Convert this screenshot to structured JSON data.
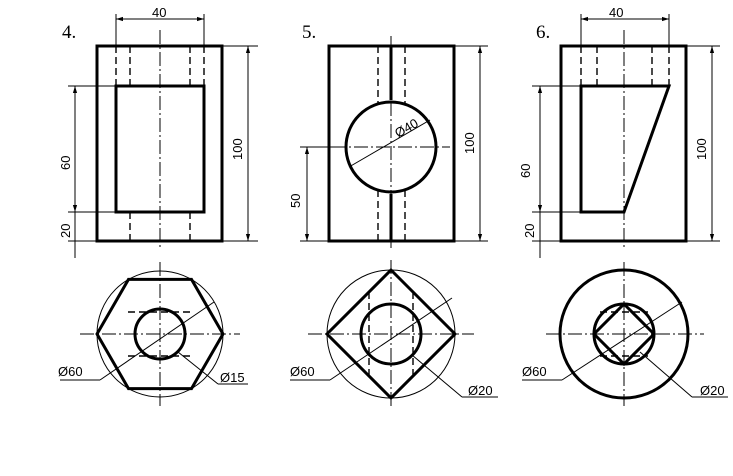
{
  "problems": [
    {
      "number": "4.",
      "dims": {
        "top_width": "40",
        "height_total": "100",
        "height_mid": "60",
        "height_bottom": "20"
      },
      "callouts": {
        "outer_diameter": "Ø60",
        "inner_diameter": "Ø15"
      }
    },
    {
      "number": "5.",
      "dims": {
        "hole_diameter": "Ø40",
        "height_total": "100",
        "height_center": "50"
      },
      "callouts": {
        "outer_diameter": "Ø60",
        "inner_diameter": "Ø20"
      }
    },
    {
      "number": "6.",
      "dims": {
        "top_width": "40",
        "height_total": "100",
        "height_mid": "60",
        "height_bottom": "20"
      },
      "callouts": {
        "outer_diameter": "Ø60",
        "inner_diameter": "Ø20"
      }
    }
  ]
}
